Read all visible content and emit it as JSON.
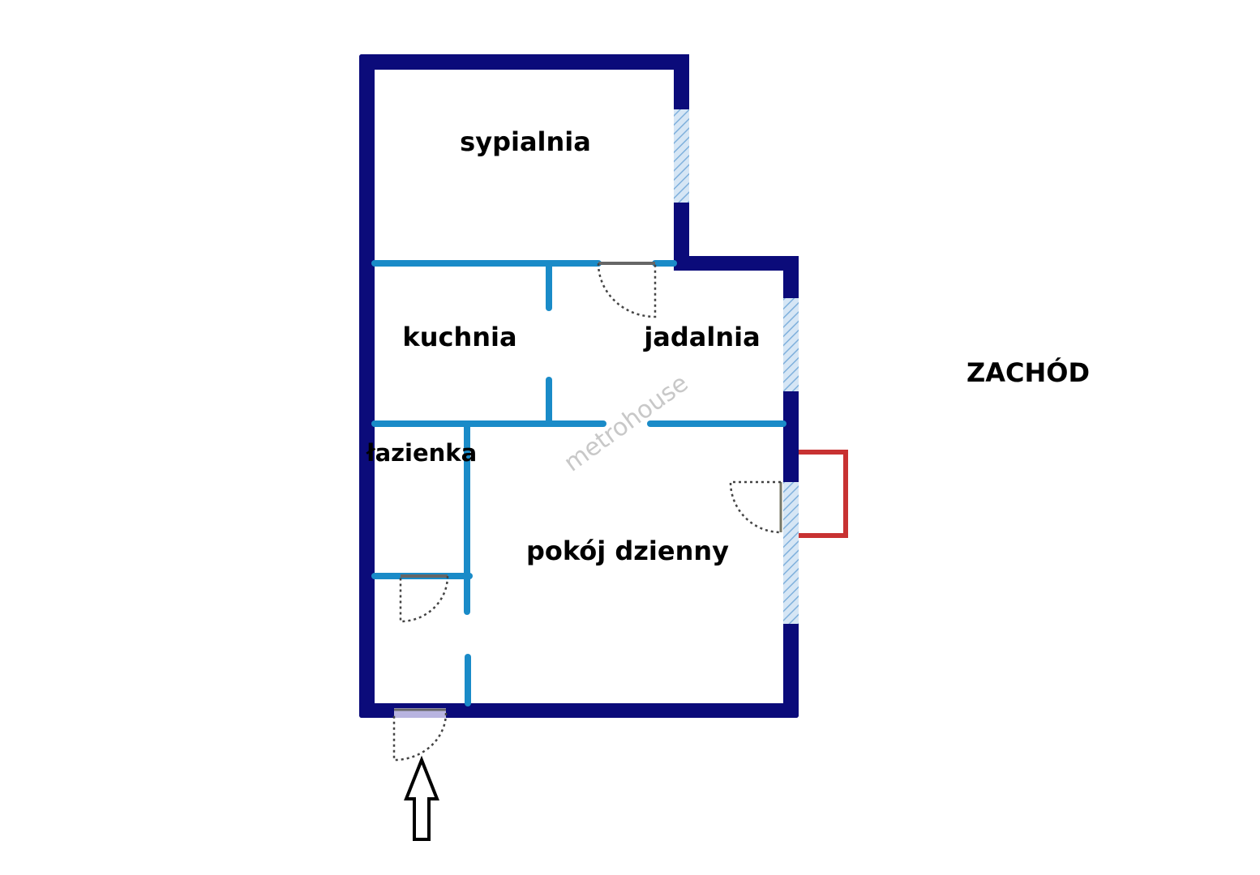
{
  "rooms": {
    "bedroom": "sypialnia",
    "kitchen": "kuchnia",
    "dining": "jadalnia",
    "bathroom": "łazienka",
    "living": "pokój dzienny"
  },
  "orientation": "ZACHÓD",
  "watermark": "metrohouse",
  "colors": {
    "outer_wall": "#0b0b7a",
    "inner_wall": "#1a8bc8",
    "window": "#a9c8e6",
    "balcony": "#c83232",
    "door_arc": "#444444"
  }
}
